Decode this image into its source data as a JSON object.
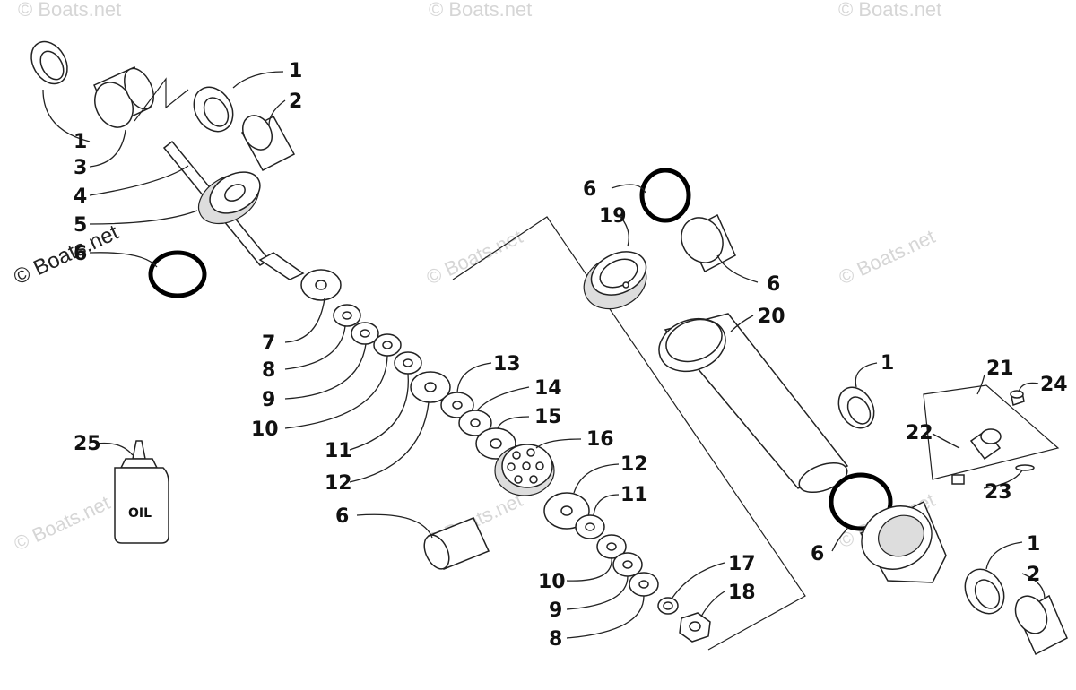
{
  "watermark": {
    "text": "© Boats.net",
    "primary": "© Boats.net",
    "color": "#d6d6d6"
  },
  "callouts": [
    {
      "id": "c1a",
      "label": "1"
    },
    {
      "id": "c2a",
      "label": "2"
    },
    {
      "id": "c1b",
      "label": "1"
    },
    {
      "id": "c3",
      "label": "3"
    },
    {
      "id": "c4",
      "label": "4"
    },
    {
      "id": "c5",
      "label": "5"
    },
    {
      "id": "c6a",
      "label": "6"
    },
    {
      "id": "c7",
      "label": "7"
    },
    {
      "id": "c8a",
      "label": "8"
    },
    {
      "id": "c9a",
      "label": "9"
    },
    {
      "id": "c10a",
      "label": "10"
    },
    {
      "id": "c11a",
      "label": "11"
    },
    {
      "id": "c12a",
      "label": "12"
    },
    {
      "id": "c13",
      "label": "13"
    },
    {
      "id": "c14",
      "label": "14"
    },
    {
      "id": "c15",
      "label": "15"
    },
    {
      "id": "c16",
      "label": "16"
    },
    {
      "id": "c12b",
      "label": "12"
    },
    {
      "id": "c11b",
      "label": "11"
    },
    {
      "id": "c6b",
      "label": "6"
    },
    {
      "id": "c10b",
      "label": "10"
    },
    {
      "id": "c9b",
      "label": "9"
    },
    {
      "id": "c8b",
      "label": "8"
    },
    {
      "id": "c17",
      "label": "17"
    },
    {
      "id": "c18",
      "label": "18"
    },
    {
      "id": "c6c",
      "label": "6"
    },
    {
      "id": "c19",
      "label": "19"
    },
    {
      "id": "c6d",
      "label": "6"
    },
    {
      "id": "c20",
      "label": "20"
    },
    {
      "id": "c1c",
      "label": "1"
    },
    {
      "id": "c21",
      "label": "21"
    },
    {
      "id": "c24",
      "label": "24"
    },
    {
      "id": "c22",
      "label": "22"
    },
    {
      "id": "c23",
      "label": "23"
    },
    {
      "id": "c6e",
      "label": "6"
    },
    {
      "id": "c1d",
      "label": "1"
    },
    {
      "id": "c2b",
      "label": "2"
    },
    {
      "id": "c25",
      "label": "25"
    }
  ],
  "bottle": {
    "label": "OIL"
  }
}
